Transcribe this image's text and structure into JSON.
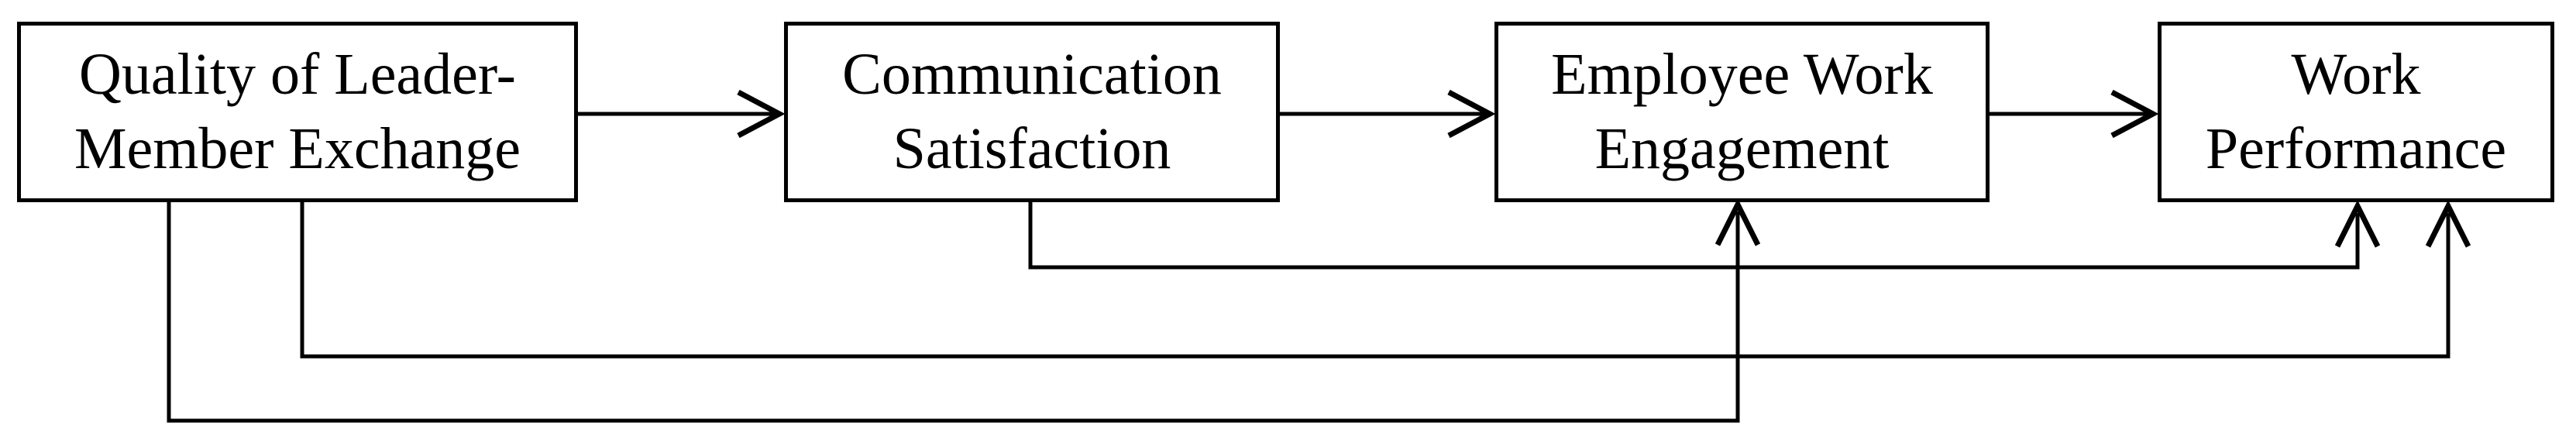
{
  "diagram": {
    "type": "flow-diagram",
    "background_color": "#ffffff",
    "line_color": "#000000",
    "nodes": [
      {
        "id": "lmx",
        "label": "Quality of Leader-\nMember Exchange"
      },
      {
        "id": "cs",
        "label": "Communication\nSatisfaction"
      },
      {
        "id": "ewe",
        "label": "Employee Work\nEngagement"
      },
      {
        "id": "wp",
        "label": "Work\nPerformance"
      }
    ],
    "edges": [
      {
        "from": "Quality of Leader-Member Exchange",
        "to": "Communication Satisfaction",
        "route": "direct-horizontal"
      },
      {
        "from": "Communication Satisfaction",
        "to": "Employee Work Engagement",
        "route": "direct-horizontal"
      },
      {
        "from": "Employee Work Engagement",
        "to": "Work Performance",
        "route": "direct-horizontal"
      },
      {
        "from": "Communication Satisfaction",
        "to": "Work Performance",
        "route": "elbow-below"
      },
      {
        "from": "Quality of Leader-Member Exchange",
        "to": "Work Performance",
        "route": "elbow-below"
      },
      {
        "from": "Quality of Leader-Member Exchange",
        "to": "Employee Work Engagement",
        "route": "elbow-below"
      }
    ]
  }
}
